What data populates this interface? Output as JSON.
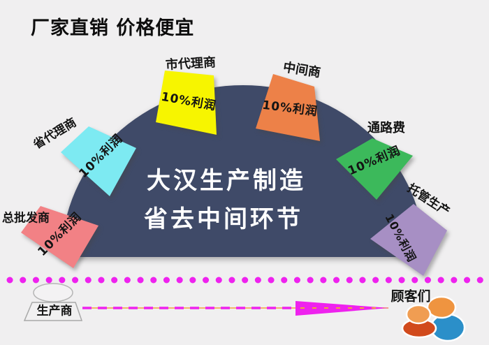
{
  "title": "厂家直销 价格便宜",
  "dome": {
    "line1": "大汉生产制造",
    "line2": "省去中间环节",
    "color": "#3f4a68",
    "text_color": "#ffffff"
  },
  "cards": [
    {
      "id": "wholesaler",
      "label": "总批发商",
      "profit": "10%利润",
      "color": "#f28185"
    },
    {
      "id": "provincial-agent",
      "label": "省代理商",
      "profit": "10%利润",
      "color": "#7deaf2"
    },
    {
      "id": "city-agent",
      "label": "市代理商",
      "profit": "10%利润",
      "color": "#f7f500"
    },
    {
      "id": "middleman",
      "label": "中间商",
      "profit": "10%利润",
      "color": "#ed8148"
    },
    {
      "id": "channel-fee",
      "label": "通路费",
      "profit": "10%利润",
      "color": "#3cb95b"
    },
    {
      "id": "managed-production",
      "label": "托管生产",
      "profit": "10%利润",
      "color": "#a78fc4"
    }
  ],
  "bottom": {
    "producer_label": "生产商",
    "customers_label": "顾客们",
    "dotted_line_color": "#ee22ee",
    "arrow_line_color": "#f2a23c",
    "arrow_dash_color": "#ee22ee"
  },
  "people": {
    "back_head_color": "#ef9440",
    "front_head_color": "#f09d52",
    "back_body_color": "#2b8fc9",
    "front_body_color": "#d14a1c"
  }
}
